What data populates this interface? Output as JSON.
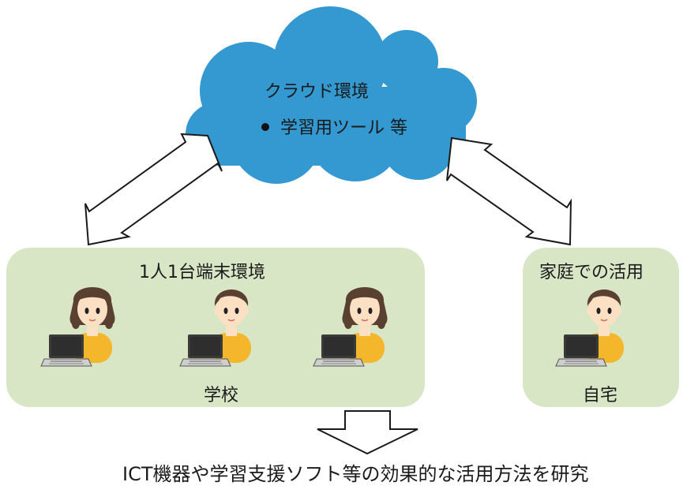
{
  "cloud": {
    "title": "クラウド環境",
    "bullet": "学習用ツール 等"
  },
  "school": {
    "title": "1人1台端末環境",
    "caption": "学校"
  },
  "home": {
    "title": "家庭での活用",
    "caption": "自宅"
  },
  "conclusion": "ICT機器や学習支援ソフト等の効果的な活用方法を研究",
  "colors": {
    "cloud": "#3399d0",
    "panel": "#d9e6c6",
    "hair": "#5a4030",
    "skin": "#fbe0c4",
    "shirt": "#f4b72c",
    "laptop": "#3a3a3a"
  }
}
